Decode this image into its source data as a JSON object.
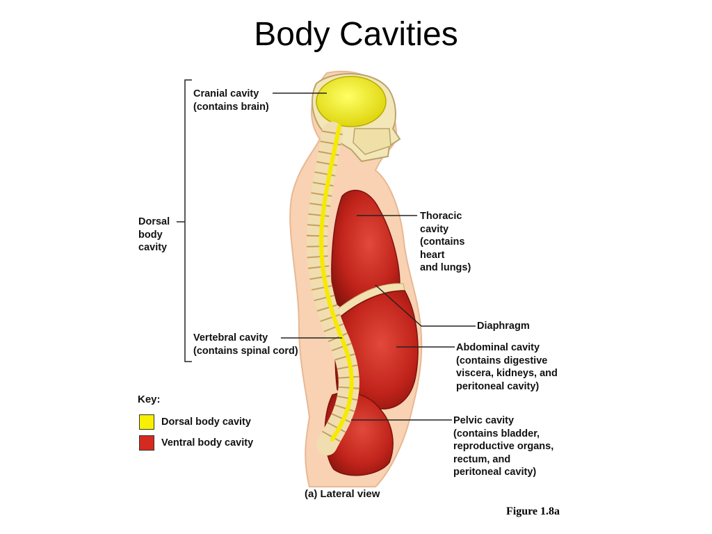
{
  "title": "Body Cavities",
  "labels": {
    "cranial": "Cranial cavity\n(contains brain)",
    "dorsal": "Dorsal\nbody\ncavity",
    "thoracic": "Thoracic\ncavity\n(contains\nheart\nand lungs)",
    "diaphragm": "Diaphragm",
    "abdominal": "Abdominal cavity\n(contains digestive\nviscera, kidneys, and\nperitoneal cavity)",
    "vertebral": "Vertebral cavity\n(contains spinal cord)",
    "pelvic": "Pelvic cavity\n(contains bladder,\nreproductive organs,\nrectum, and\nperitoneal cavity)"
  },
  "key": {
    "title": "Key:",
    "items": [
      {
        "label": "Dorsal body cavity",
        "color": "#f7f000"
      },
      {
        "label": "Ventral body cavity",
        "color": "#d42a1f"
      }
    ]
  },
  "caption": "(a) Lateral view",
  "figure_ref": "Figure 1.8a"
}
